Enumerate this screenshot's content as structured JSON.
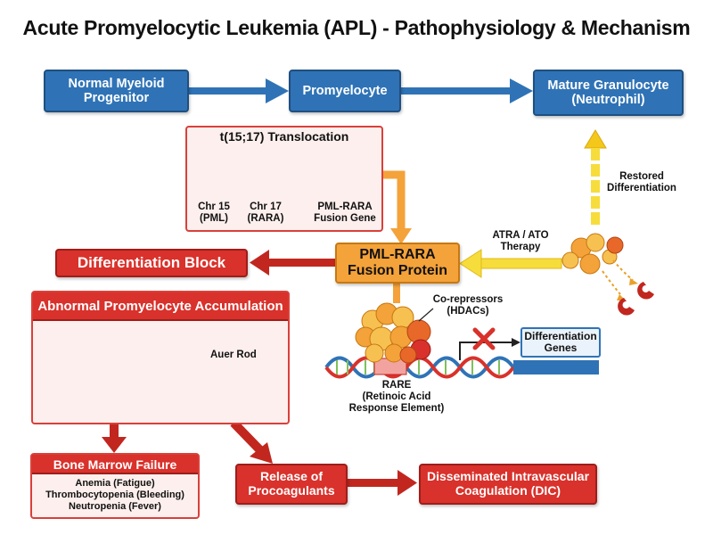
{
  "title": "Acute Promyelocytic Leukemia (APL) - Pathophysiology & Mechanism",
  "maturation": {
    "progenitor": "Normal Myeloid\nProgenitor",
    "promyelocyte": "Promyelocyte",
    "mature": "Mature Granulocyte\n(Neutrophil)"
  },
  "translocation": {
    "header": "t(15;17) Translocation",
    "chr15": "Chr 15\n(PML)",
    "chr17": "Chr 17\n(RARA)",
    "fusion_gene": "PML-RARA\nFusion Gene"
  },
  "fusion_protein": "PML-RARA\nFusion Protein",
  "therapy": {
    "drugs": "ATRA / ATO\nTherapy",
    "restored": "Restored\nDifferentiation"
  },
  "differentiation_block": "Differentiation Block",
  "accumulation": {
    "header": "Abnormal Promyelocyte Accumulation",
    "auer_rod": "Auer Rod"
  },
  "molecular": {
    "corepressors": "Co-repressors\n(HDACs)",
    "target_genes": "Differentiation\nGenes",
    "rare": "RARE\n(Retinoic Acid\nResponse Element)"
  },
  "marrow": {
    "header": "Bone Marrow Failure",
    "items": [
      "Anemia (Fatigue)",
      "Thrombocytopenia (Bleeding)",
      "Neutropenia (Fever)"
    ]
  },
  "procoagulants": "Release of\nProcoagulants",
  "dic": "Disseminated Intravascular\nCoagulation (DIC)",
  "colors": {
    "blue": "#2f73b6",
    "red": "#d9312b",
    "orange": "#f4a23a",
    "yellow": "#f7dd3c",
    "panel": "#fcefed"
  }
}
